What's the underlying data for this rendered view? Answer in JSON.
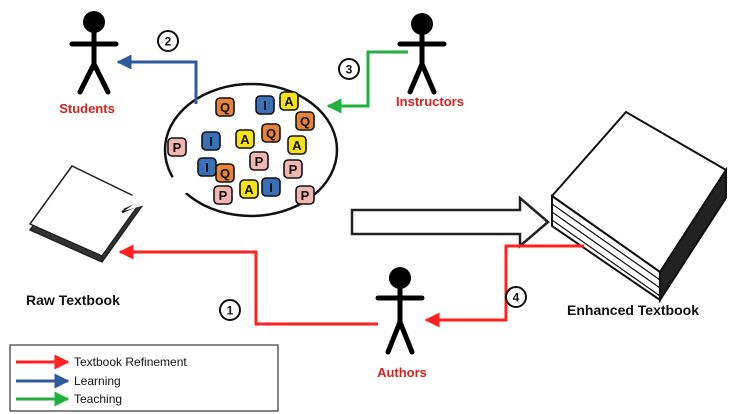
{
  "labels": {
    "students": "Students",
    "instructors": "Instructors",
    "authors": "Authors",
    "raw_textbook": "Raw Textbook",
    "enhanced_textbook": "Enhanced Textbook"
  },
  "steps": [
    "1",
    "2",
    "3",
    "4"
  ],
  "tiles": [
    {
      "letter": "Q",
      "kind": "question"
    },
    {
      "letter": "I",
      "kind": "instruction"
    },
    {
      "letter": "A",
      "kind": "answer"
    },
    {
      "letter": "Q",
      "kind": "question"
    },
    {
      "letter": "P",
      "kind": "practice"
    },
    {
      "letter": "I",
      "kind": "instruction"
    },
    {
      "letter": "A",
      "kind": "answer"
    },
    {
      "letter": "Q",
      "kind": "question"
    },
    {
      "letter": "A",
      "kind": "answer"
    },
    {
      "letter": "P",
      "kind": "practice"
    },
    {
      "letter": "I",
      "kind": "instruction"
    },
    {
      "letter": "Q",
      "kind": "question"
    },
    {
      "letter": "P",
      "kind": "practice"
    },
    {
      "letter": "P",
      "kind": "practice"
    },
    {
      "letter": "A",
      "kind": "answer"
    },
    {
      "letter": "I",
      "kind": "instruction"
    },
    {
      "letter": "P",
      "kind": "practice"
    }
  ],
  "tile_colors": {
    "question": "#e8843a",
    "instruction": "#3a70b8",
    "answer": "#f4e21a",
    "practice": "#f1b6b2"
  },
  "legend": [
    {
      "label": "Textbook Refinement",
      "color": "#ff2020"
    },
    {
      "label": "Learning",
      "color": "#2e5a9c"
    },
    {
      "label": "Teaching",
      "color": "#20b040"
    }
  ],
  "colors": {
    "label_red": "#d81e1e",
    "refinement": "#ff2020",
    "learning": "#2e5a9c",
    "teaching": "#20b040"
  }
}
